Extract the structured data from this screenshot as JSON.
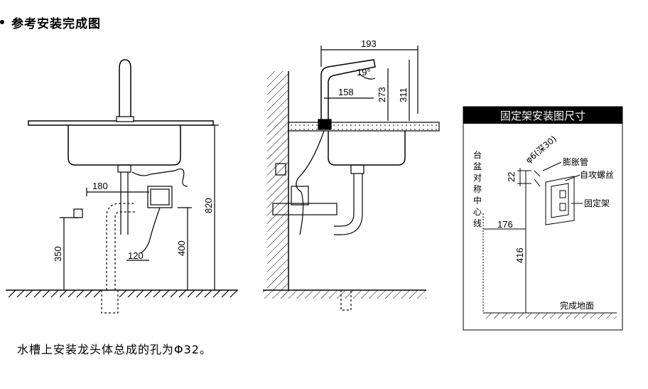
{
  "title": "参考安装完成图",
  "caption": "水槽上安装龙头体总成的孔为Φ32。",
  "front_view": {
    "dim_180": "180",
    "dim_350": "350",
    "dim_120": "120",
    "dim_400": "400",
    "dim_820": "820"
  },
  "side_view": {
    "dim_193": "193",
    "dim_19deg": "19°",
    "dim_158": "158",
    "dim_273": "273",
    "dim_311": "311"
  },
  "bracket_panel": {
    "header": "固定架安装图尺寸",
    "vertical_label": "台盆对称中心线",
    "hole_label": "φ6(深30)",
    "dim_22": "22",
    "dim_176": "176",
    "dim_416": "416",
    "label_expansion": "膨胀管",
    "label_screw": "自攻螺丝",
    "label_bracket": "固定架",
    "label_floor": "完成地面"
  }
}
